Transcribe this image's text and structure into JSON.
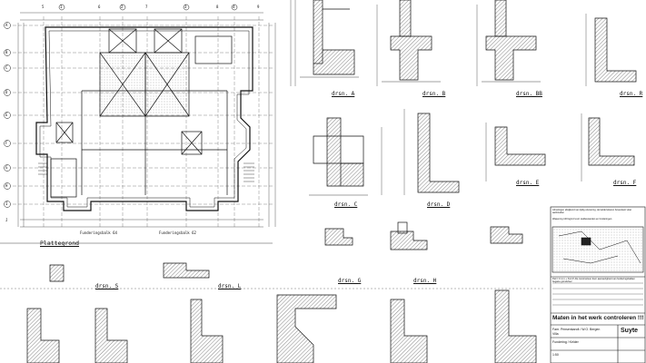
{
  "plan": {
    "title": "Plattegrond",
    "grid_left": [
      "A",
      "B",
      "C",
      "D",
      "E",
      "F",
      "G",
      "H",
      "I",
      "J"
    ],
    "grid_top": [
      "1",
      "2",
      "3",
      "4",
      "5",
      "6",
      "7",
      "8",
      "9"
    ],
    "bottom_note_left": "Funderingsbalk 64",
    "bottom_note_right": "Funderingsbalk 62"
  },
  "details": [
    {
      "label": "drsn. A"
    },
    {
      "label": "drsn. B"
    },
    {
      "label": "drsn. BB"
    },
    {
      "label": "drsn. R"
    },
    {
      "label": "drsn. C"
    },
    {
      "label": "drsn. D"
    },
    {
      "label": "drsn. E"
    },
    {
      "label": "drsn. F"
    },
    {
      "label": "drsn. S"
    },
    {
      "label": "drsn. L"
    },
    {
      "label": "drsn. G"
    },
    {
      "label": "drsn. H"
    }
  ],
  "notes": {
    "block1": "Afmetingen afwijkend van tijdig uitvoering; de keldervloeren bovenkant vloer aanhouden",
    "block2": "Wapening 100 kg/m3 excl. kelderwanden en funderingen",
    "block3": "Peil = 0.1 m + N.A.P. Als constructeur door aanwezigheid van funderingsbalken begane grondvloer"
  },
  "titleblock": {
    "banner": "Maten in het werk controleren !!!",
    "company": "Suyte",
    "project_line1": "Fam. Prinsenkandt / W.O. Bergen",
    "project_line2": "Villa",
    "drawing": "Fundering / Kelder",
    "scale": "1:50"
  },
  "colors": {
    "ink": "#111111",
    "paper": "#ffffff",
    "hatch": "#333333"
  }
}
